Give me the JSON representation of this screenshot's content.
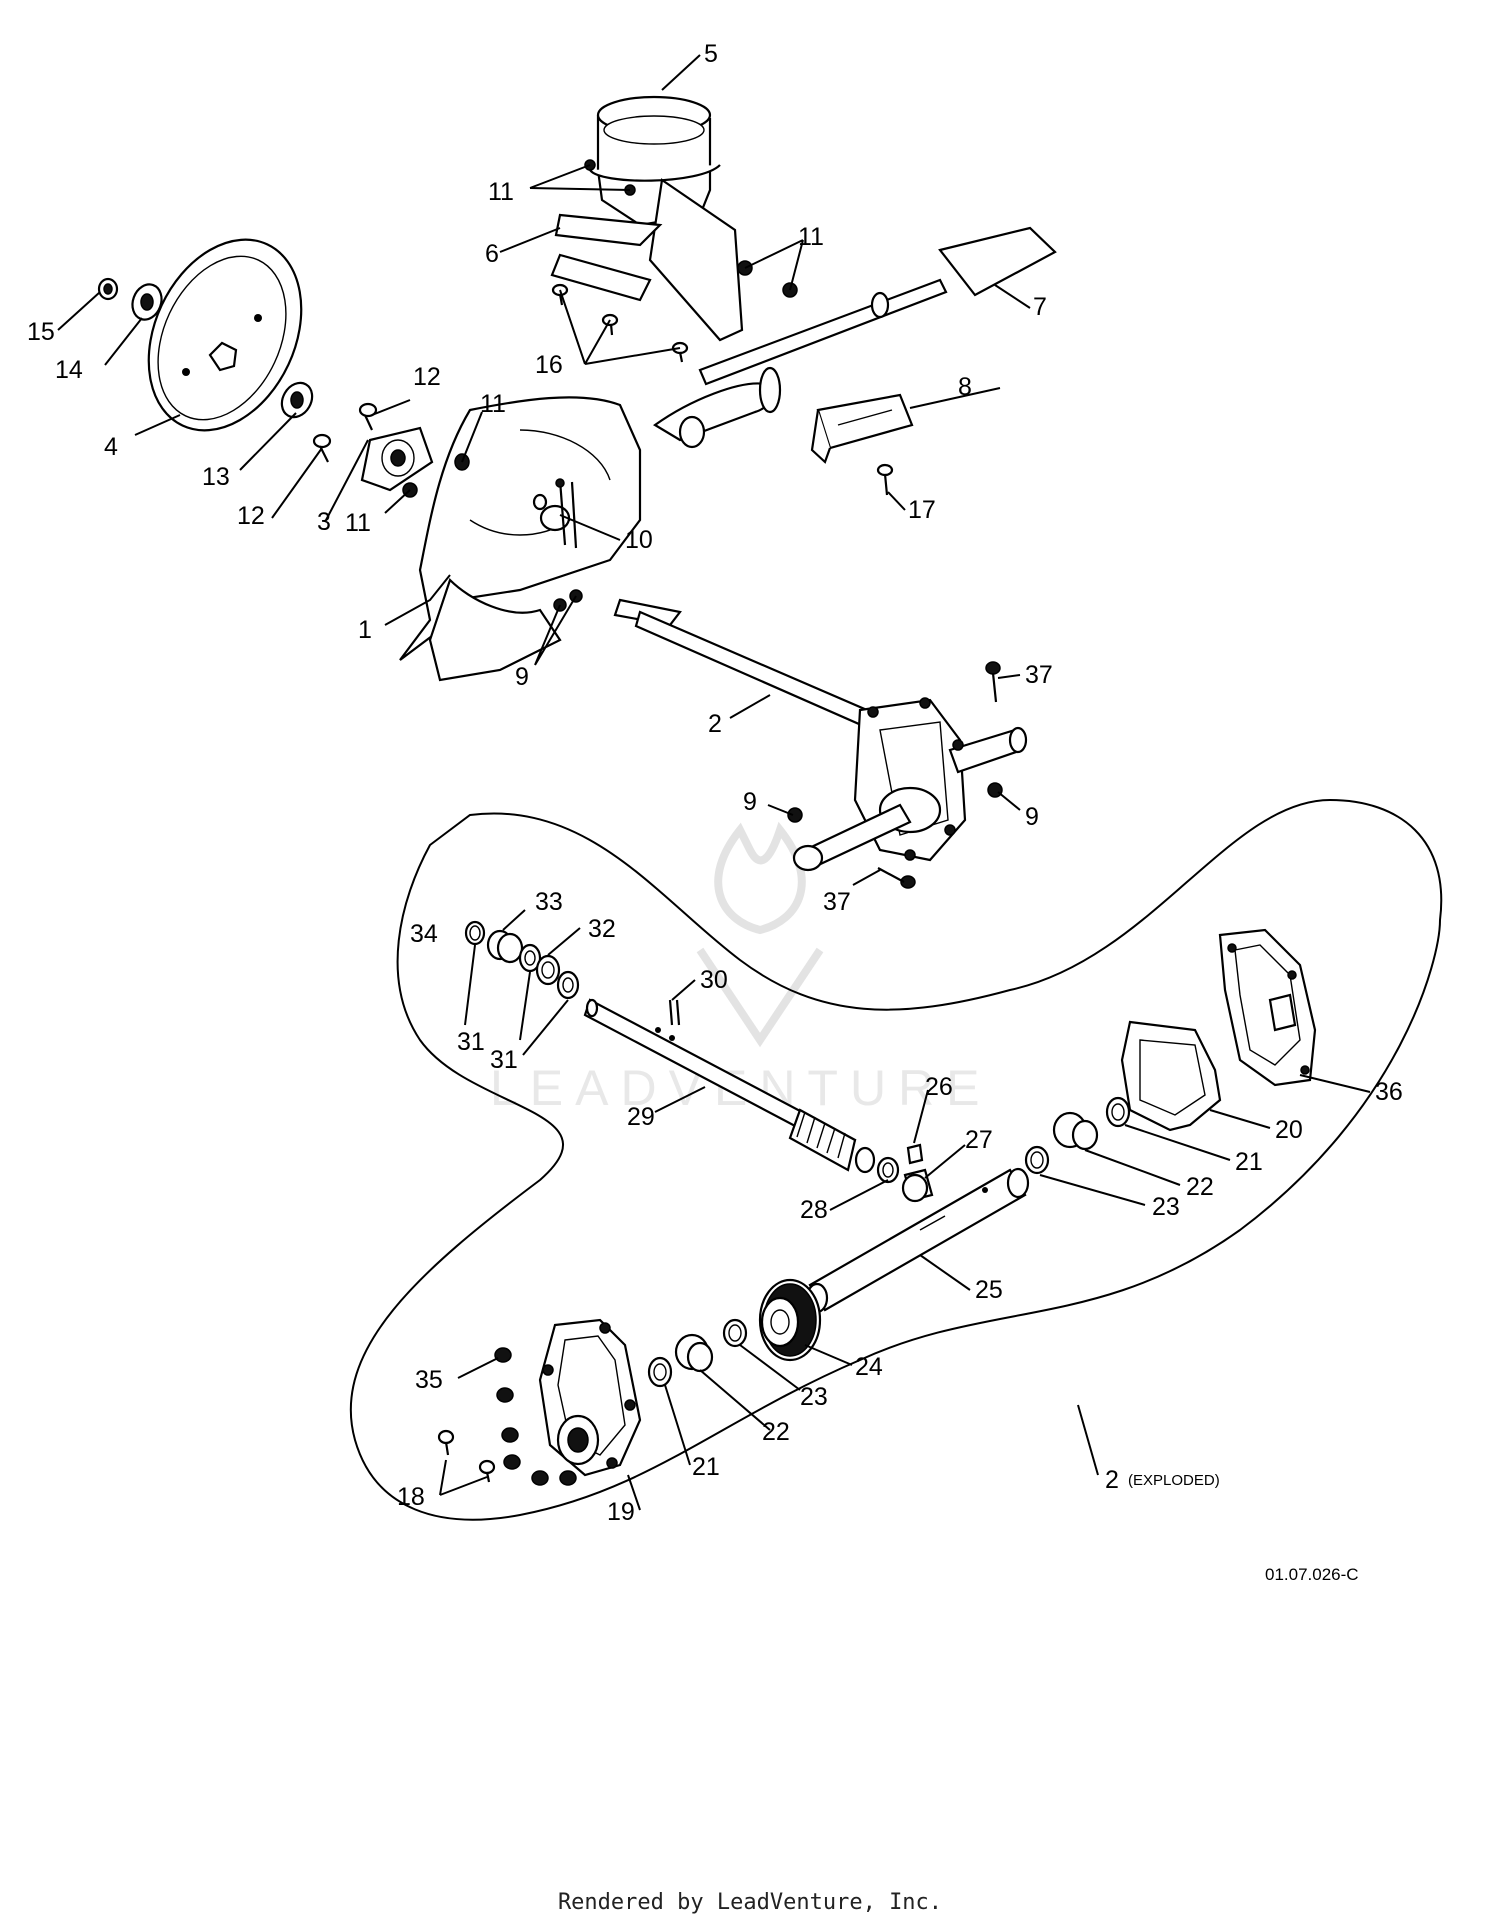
{
  "labels": {
    "p1": "1",
    "p2": "2",
    "p3": "3",
    "p4": "4",
    "p5": "5",
    "p6": "6",
    "p7": "7",
    "p8": "8",
    "p9": "9",
    "p10": "10",
    "p11": "11",
    "p12": "12",
    "p13": "13",
    "p14": "14",
    "p15": "15",
    "p16": "16",
    "p17": "17",
    "p18": "18",
    "p19": "19",
    "p20": "20",
    "p21": "21",
    "p22": "22",
    "p23": "23",
    "p24": "24",
    "p25": "25",
    "p26": "26",
    "p27": "27",
    "p28": "28",
    "p29": "29",
    "p30": "30",
    "p31": "31",
    "p32": "32",
    "p33": "33",
    "p34": "34",
    "p35": "35",
    "p36": "36",
    "p37": "37"
  },
  "exploded_suffix": "(EXPLODED)",
  "drawing_code": "01.07.026-C",
  "watermark": "LEADVENTURE",
  "footer": "Rendered by LeadVenture, Inc."
}
